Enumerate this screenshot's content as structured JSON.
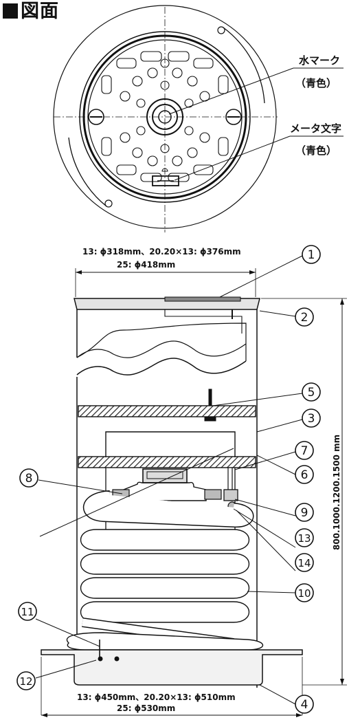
{
  "heading": "図面",
  "top_view": {
    "labels": [
      {
        "line1": "水マーク",
        "line2": "（青色）"
      },
      {
        "line1": "メータ文字",
        "line2": "（青色）"
      }
    ]
  },
  "side_view": {
    "top_dim_line1": "13: ϕ318mm、20.20×13: ϕ376mm",
    "top_dim_line2": "25: ϕ418mm",
    "bottom_dim_line1": "13: ϕ450mm、20.20×13: ϕ510mm",
    "bottom_dim_line2": "25: ϕ530mm",
    "height_dim": "800.1000.1200.1500 mm",
    "callouts": [
      "1",
      "2",
      "3",
      "4",
      "5",
      "6",
      "7",
      "8",
      "9",
      "10",
      "11",
      "12",
      "13",
      "14"
    ]
  }
}
